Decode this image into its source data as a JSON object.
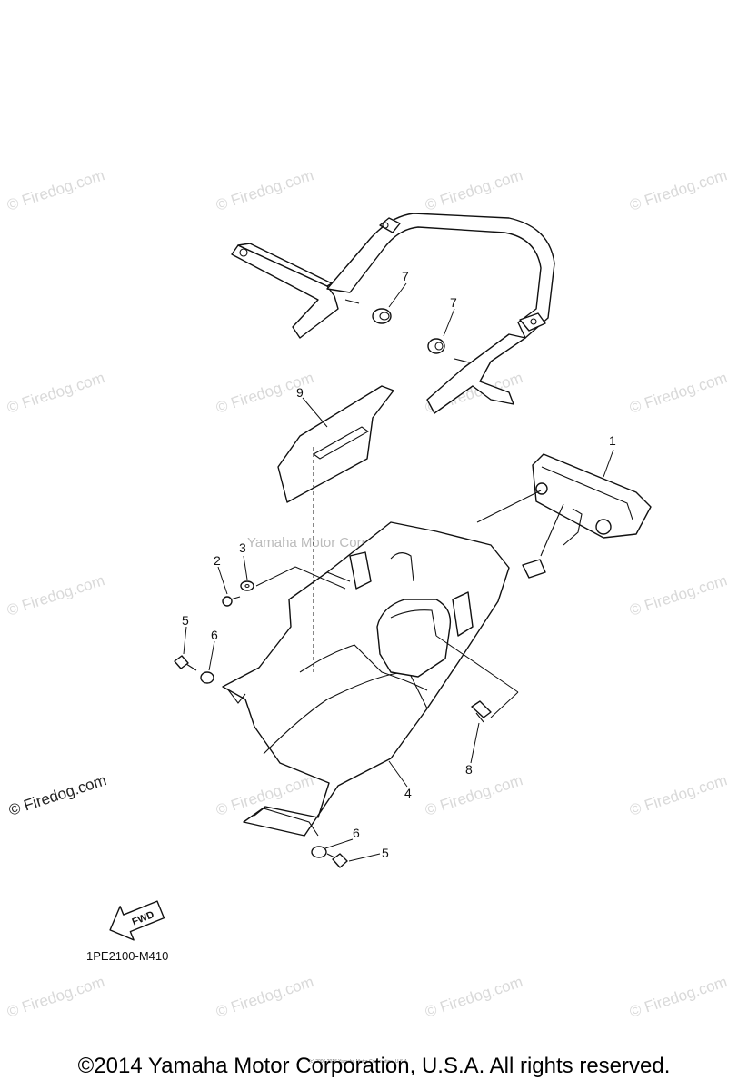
{
  "watermark": {
    "text": "© Firedog.com",
    "center_text": "Yamaha Motor Corp., U.S.A.",
    "small_copyright": "(c) 2006 2016 Yamaha Motor Corporation, U.S.A."
  },
  "callouts": [
    "1",
    "2",
    "3",
    "4",
    "5",
    "6",
    "7",
    "7",
    "8",
    "9",
    "5",
    "6"
  ],
  "direction_arrow": {
    "label": "FWD"
  },
  "diagram_code": "1PE2100-M410",
  "footer": {
    "copyright": "©2014 Yamaha Motor Corporation, U.S.A. All rights reserved."
  }
}
